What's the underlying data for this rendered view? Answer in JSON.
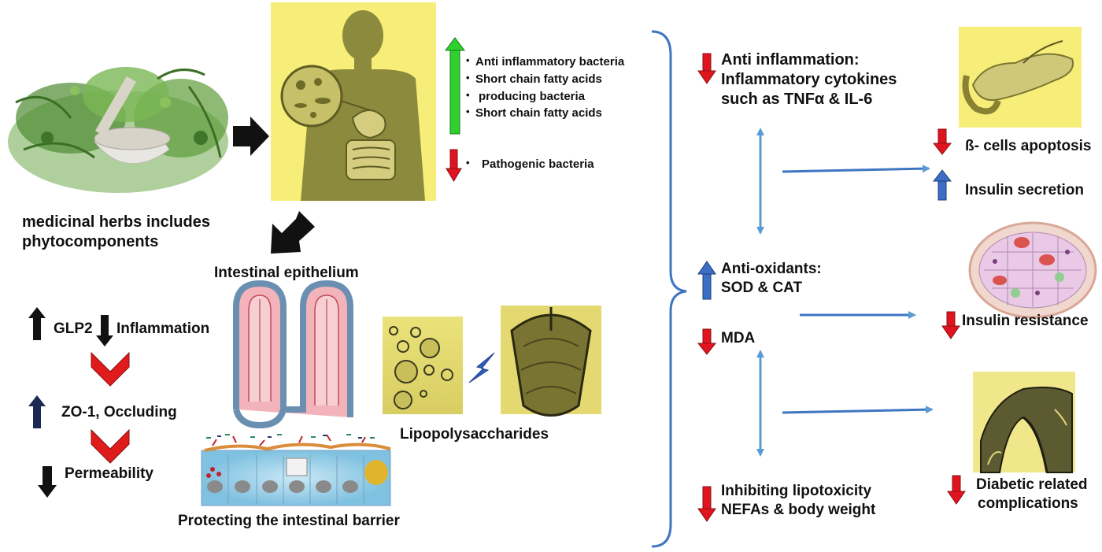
{
  "left": {
    "herbs_caption_line1": "medicinal herbs includes",
    "herbs_caption_line2": "phytocomponents",
    "epithelium_title": "Intestinal epithelium",
    "glp2": "GLP2",
    "inflammation": "Inflammation",
    "zo1": "ZO-1, Occluding",
    "permeability": "Permeability",
    "barrier_caption": "Protecting the intestinal barrier",
    "lps_caption": "Lipopolysaccharides"
  },
  "bacteria": {
    "increase": [
      "Anti inflammatory bacteria",
      "Short chain fatty acids",
      "producing bacteria",
      "Short chain fatty acids"
    ],
    "decrease": [
      "Pathogenic bacteria"
    ]
  },
  "middle": {
    "anti_inflam_line1": "Anti inflammation:",
    "anti_inflam_line2": "Inflammatory cytokines",
    "anti_inflam_line3": "such as TNFα & IL-6",
    "antiox_line1": "Anti-oxidants:",
    "antiox_line2": "SOD & CAT",
    "mda": "MDA",
    "lipo_line1": "Inhibiting lipotoxicity",
    "lipo_line2": "NEFAs & body weight"
  },
  "right": {
    "beta": "ß- cells apoptosis",
    "insulin_secretion": "Insulin secretion",
    "insulin_resistance": "Insulin resistance",
    "diabetic_line1": "Diabetic related",
    "diabetic_line2": "complications"
  },
  "colors": {
    "panel_yellow": "#f7ee7a",
    "up_green": "#2ed12e",
    "down_red": "#e0141e",
    "up_blue": "#3a6fc4",
    "connector_blue": "#5b9bd5",
    "chevron_red": "#e01b1b"
  },
  "icons": [
    "human-body-silhouette",
    "intestinal-villi",
    "epithelial-cells",
    "bacteria-circles",
    "pancreas",
    "beta-cell-islet",
    "tissue-section",
    "lightning-bolt"
  ]
}
